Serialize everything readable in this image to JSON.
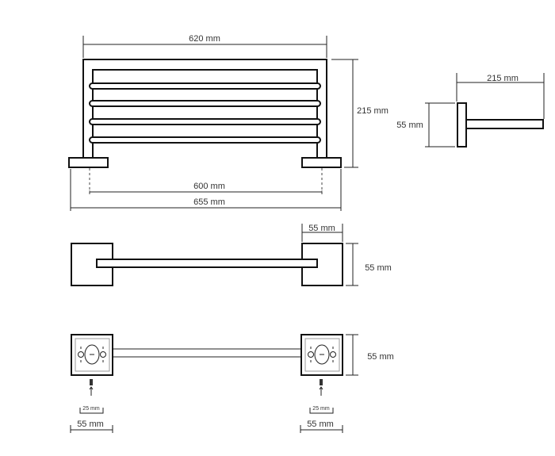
{
  "front_view": {
    "width_top": "620 mm",
    "height": "215 mm",
    "mount_spacing": "600 mm",
    "overall_width": "655 mm"
  },
  "side_view": {
    "depth": "215 mm",
    "plate_height": "55 mm"
  },
  "top_view": {
    "plate_width": "55 mm",
    "plate_depth": "55 mm"
  },
  "mount_view": {
    "plate_height": "55 mm",
    "left_hole_spacing": "25 mm",
    "right_hole_spacing": "25 mm",
    "left_plate_width": "55 mm",
    "right_plate_width": "55 mm"
  }
}
